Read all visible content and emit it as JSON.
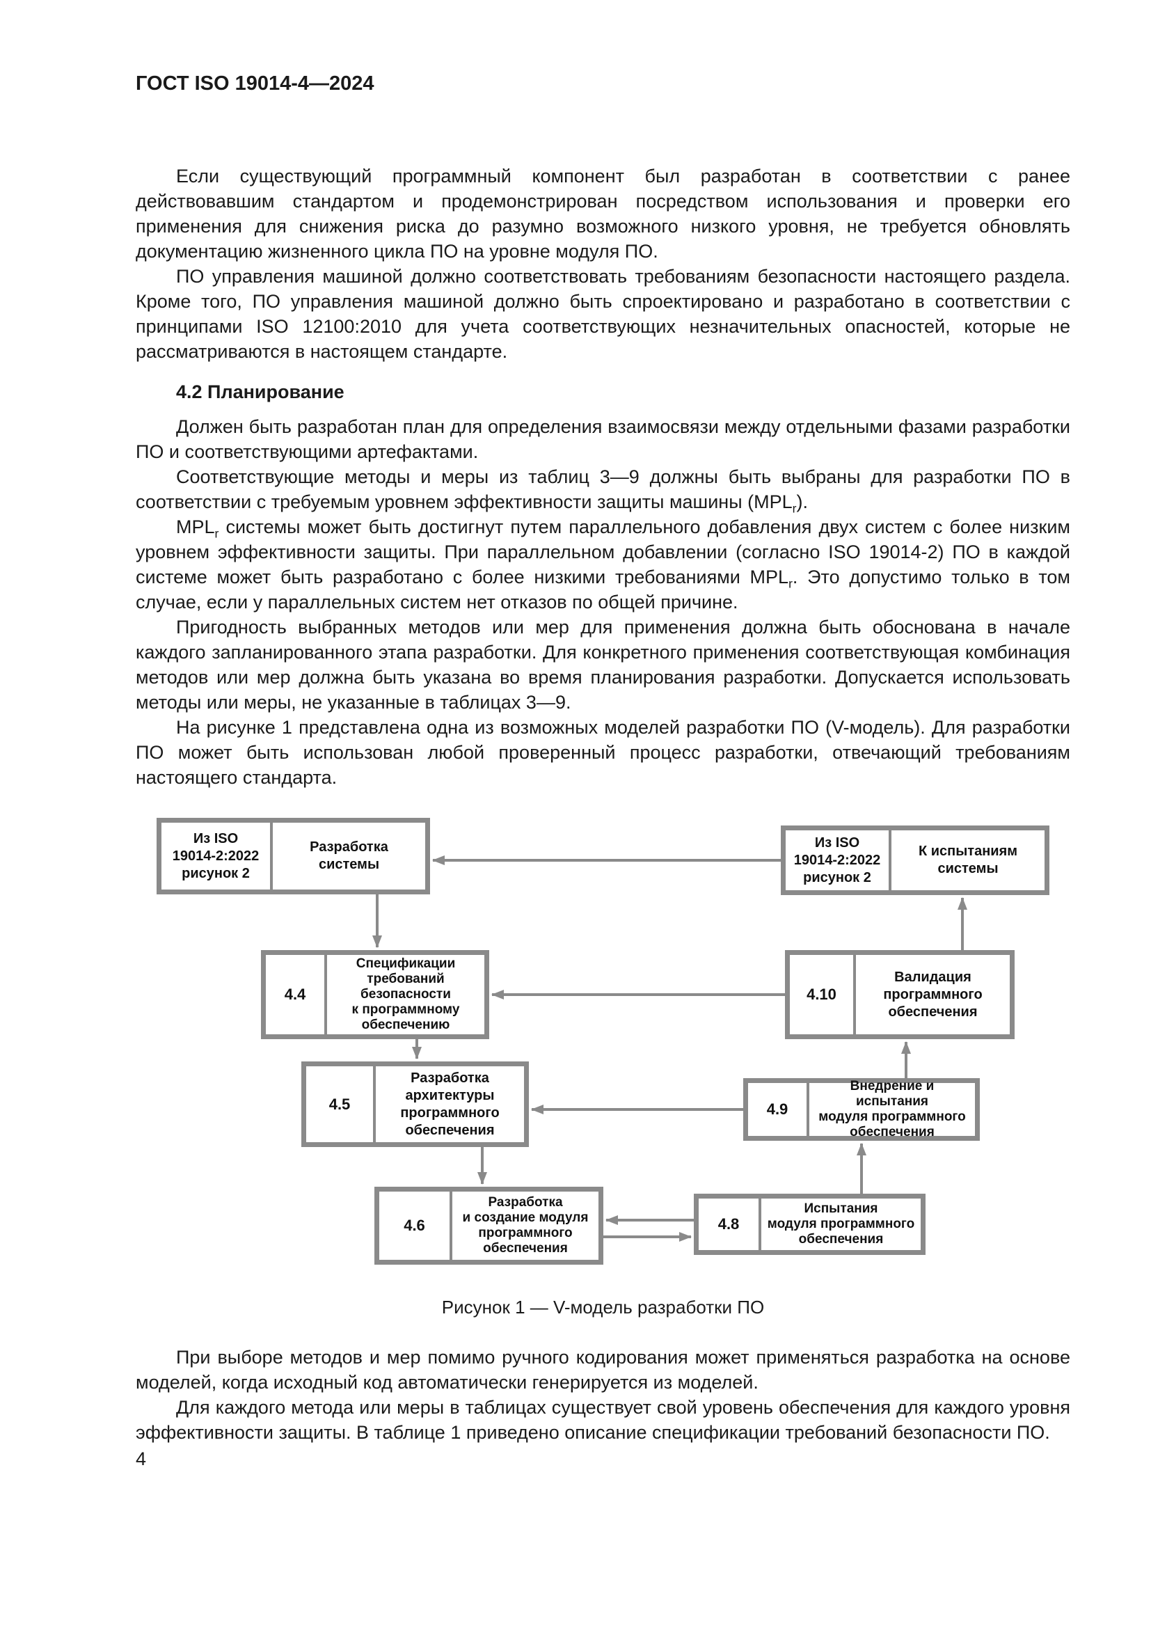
{
  "header": {
    "title": "ГОСТ ISO 19014-4—2024"
  },
  "content": {
    "p1": "Если существующий программный компонент был разработан в соответствии с ранее действовавшим стандартом и продемонстрирован посредством использования и проверки его применения для снижения риска до разумно возможного низкого уровня, не требуется обновлять документацию жизненного цикла ПО на уровне модуля ПО.",
    "p2": "ПО управления машиной должно соответствовать требованиям безопасности настоящего раздела. Кроме того, ПО управления машиной должно быть спроектировано и разработано в соответствии с принципами ISO 12100:2010 для учета соответствующих незначительных опасностей, которые не рассматриваются в настоящем стандарте.",
    "heading": "4.2  Планирование",
    "p3": "Должен быть разработан план для определения взаимосвязи между отдельными фазами разработки ПО и соответствующими артефактами.",
    "p4": {
      "a": "Соответствующие методы и меры из таблиц 3—9 должны быть выбраны для разработки ПО в соответствии с требуемым уровнем эффективности защиты машины (MPL",
      "sub": "r",
      "b": ")."
    },
    "p5": {
      "a": "MPL",
      "sub1": "r",
      "b": " системы может быть достигнут путем параллельного добавления двух систем с более низким уровнем эффективности защиты. При параллельном добавлении (согласно ISO 19014-2) ПО в каждой системе может быть разработано с более низкими требованиями MPL",
      "sub2": "r",
      "c": ". Это допустимо только в том случае, если у параллельных систем нет отказов по общей причине."
    },
    "p6": "Пригодность выбранных методов или мер для применения должна быть обоснована в начале каждого запланированного этапа разработки. Для конкретного применения соответствующая комбинация методов или мер должна быть указана во время планирования разработки. Допускается использовать методы или меры, не указанные в таблицах 3—9.",
    "p7": "На рисунке 1 представлена одна из возможных моделей разработки ПО (V-модель). Для разработки ПО может быть использован любой проверенный процесс разработки, отвечающий требованиям настоящего стандарта.",
    "p8": "При выборе методов и мер помимо ручного кодирования может применяться разработка на основе моделей, когда исходный код автоматически генерируется из моделей.",
    "p9": "Для каждого метода или меры в таблицах существует свой уровень обеспечения для каждого уровня эффективности защиты. В таблице 1 приведено описание спецификации требований безопасности ПО."
  },
  "figure": {
    "caption": "Рисунок 1 — V-модель разработки ПО",
    "boxes": {
      "system_dev": {
        "tag": "Из ISO\n19014-2:2022\nрисунок 2",
        "label": "Разработка\nсистемы"
      },
      "system_test": {
        "tag": "Из ISO\n19014-2:2022\nрисунок 2",
        "label": "К испытаниям\nсистемы"
      },
      "b44": {
        "num": "4.4",
        "label": "Спецификации\nтребований\nбезопасности\nк программному\nобеспечению"
      },
      "b410": {
        "num": "4.10",
        "label": "Валидация\nпрограммного\nобеспечения"
      },
      "b45": {
        "num": "4.5",
        "label": "Разработка\nархитектуры\nпрограммного\nобеспечения"
      },
      "b49": {
        "num": "4.9",
        "label": "Внедрение и испытания\nмодуля программного\nобеспечения"
      },
      "b46": {
        "num": "4.6",
        "label": "Разработка\nи создание модуля\nпрограммного\nобеспечения"
      },
      "b48": {
        "num": "4.8",
        "label": "Испытания\nмодуля программного\nобеспечения"
      }
    },
    "colors": {
      "line_gray": "#8a8a8a",
      "text_black": "#111111"
    }
  },
  "footer": {
    "page_number": "4"
  }
}
